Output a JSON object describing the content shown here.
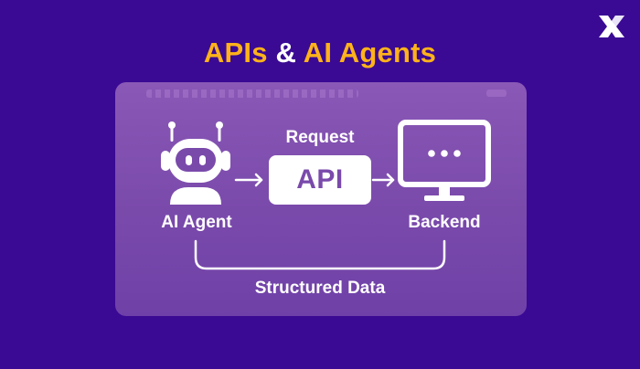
{
  "title": {
    "part1": "APIs",
    "amp": "&",
    "part2": "AI Agents"
  },
  "diagram": {
    "agent_label": "AI Agent",
    "request_label": "Request",
    "api_label": "API",
    "backend_label": "Backend",
    "return_label": "Structured Data"
  },
  "colors": {
    "background": "#3a0a94",
    "title_accent": "#ffb21a",
    "panel": "#7a4aab",
    "foreground": "#ffffff"
  },
  "icons": [
    "brand-x-logo",
    "robot-icon",
    "monitor-icon",
    "arrow-right-icon"
  ]
}
